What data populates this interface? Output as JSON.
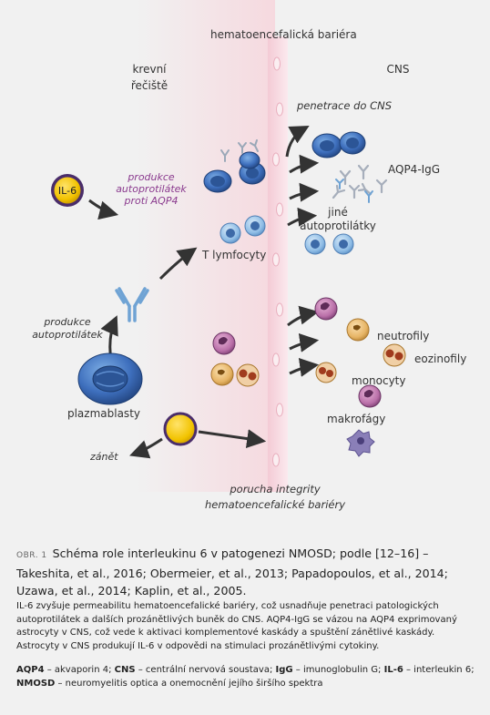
{
  "labels": {
    "barrier": "hematoencefalická bariéra",
    "blood_line1": "krevní",
    "blood_line2": "řečiště",
    "cns": "CNS",
    "penetrace": "penetrace do CNS",
    "aqp4_igg": "AQP4-IgG",
    "jine_line1": "jiné",
    "jine_line2": "autoprotilátky",
    "t_lymfocyty": "T lymfocyty",
    "il6": "IL-6",
    "produkce_aqp4_line1": "produkce",
    "produkce_aqp4_line2": "autoprotilátek",
    "produkce_aqp4_line3": "proti AQP4",
    "produkce_line1": "produkce",
    "produkce_line2": "autoprotilátek",
    "plazmablasty": "plazmablasty",
    "zanet": "zánět",
    "neutrofily": "neutrofily",
    "eozinofily": "eozinofily",
    "monocyty": "monocyty",
    "makrofagy": "makrofágy",
    "porucha_line1": "porucha integrity",
    "porucha_line2": "hematoencefalické bariéry"
  },
  "colors": {
    "barrier_pink": "#f3c9d3",
    "purple_text": "#8a3a8e",
    "il6_gold": "#f2c300",
    "cell_blue": "#3a68b5"
  },
  "caption": {
    "fig_no": "OBR. 1",
    "title": "Schéma role interleukinu 6 v patogenezi NMOSD; podle [12–16] – Takeshita, et al., 2016; Obermeier, et al., 2013; Papadopoulos, et al., 2014; Uzawa, et al., 2014; Kaplin, et al., 2005.",
    "body": "IL-6 zvyšuje permeabilitu hematoencefalické bariéry, což usnadňuje penetraci patologických autoprotilátek a dalších prozánětlivých buněk do CNS. AQP4-IgG se vázou na AQP4 exprimovaný astrocyty v CNS, což vede k aktivaci komplementové kaskády a spuštění zánětlivé kaskády. Astrocyty v CNS produkují IL-6 v odpovědi na stimulaci prozánětlivými cytokiny.",
    "abbreviations": [
      {
        "abbr": "AQP4",
        "text": " – akvaporin 4; "
      },
      {
        "abbr": "CNS",
        "text": " – centrální nervová soustava; "
      },
      {
        "abbr": "IgG",
        "text": " – imunoglobulin G; "
      },
      {
        "abbr": "IL-6",
        "text": " – interleukin 6; "
      },
      {
        "abbr": "NMOSD",
        "text": " – neuromyelitis optica a onemocnění jejího širšího spektra"
      }
    ]
  }
}
